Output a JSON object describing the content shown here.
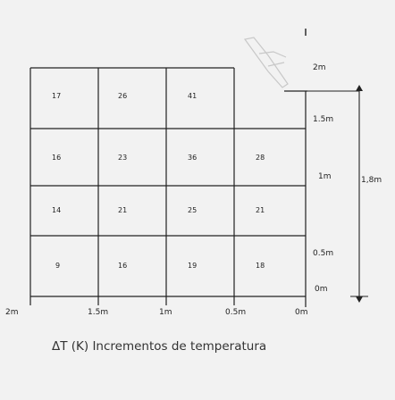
{
  "grid_values": [
    [
      "17",
      "26",
      "41",
      ""
    ],
    [
      "16",
      "23",
      "36",
      "28"
    ],
    [
      "14",
      "21",
      "25",
      "21"
    ],
    [
      "9",
      "16",
      "19",
      "18"
    ]
  ],
  "height_labels": [
    "2m",
    "1.5m",
    "1m",
    "0.5m",
    "0m"
  ],
  "distance_labels": [
    "2m",
    "1.5m",
    "1m",
    "0.5m",
    "0m"
  ],
  "dimension_label": "1,8m",
  "caption": "ΔT (K) Incrementos de temperatura",
  "icon": "wall-heater-icon"
}
